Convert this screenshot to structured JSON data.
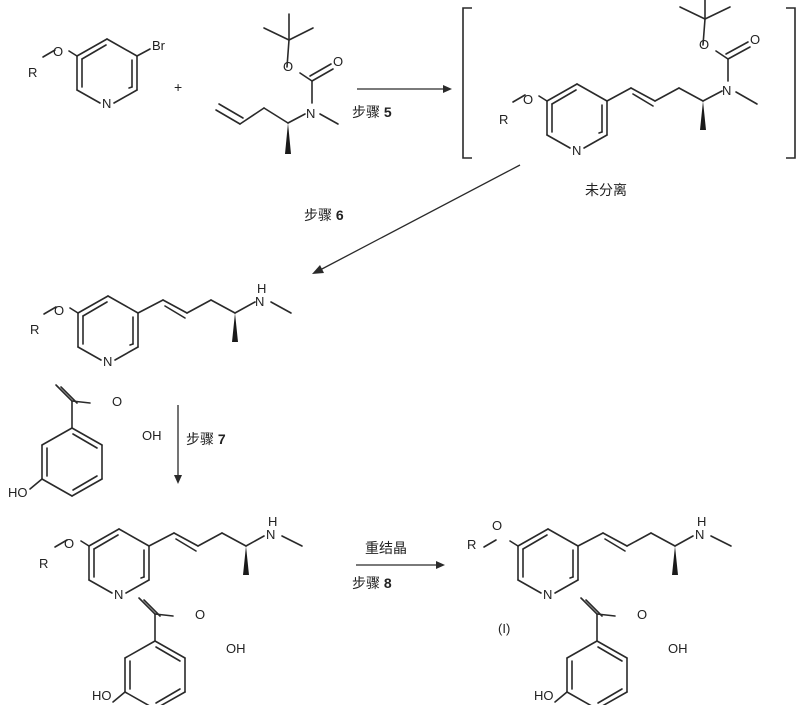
{
  "atoms": {
    "r": "R",
    "o": "O",
    "n": "N",
    "br": "Br",
    "nh_h": "H",
    "oh": "OH",
    "ho": "HO"
  },
  "plus": "+",
  "steps": [
    {
      "prefix": "步骤 ",
      "number": "5"
    },
    {
      "prefix": "步骤 ",
      "number": "6"
    },
    {
      "prefix": "步骤 ",
      "number": "7"
    },
    {
      "prefix": "步骤 ",
      "number": "8"
    }
  ],
  "not_isolated": "未分离",
  "recrystallization": "重结晶",
  "compound_label": "(I)"
}
